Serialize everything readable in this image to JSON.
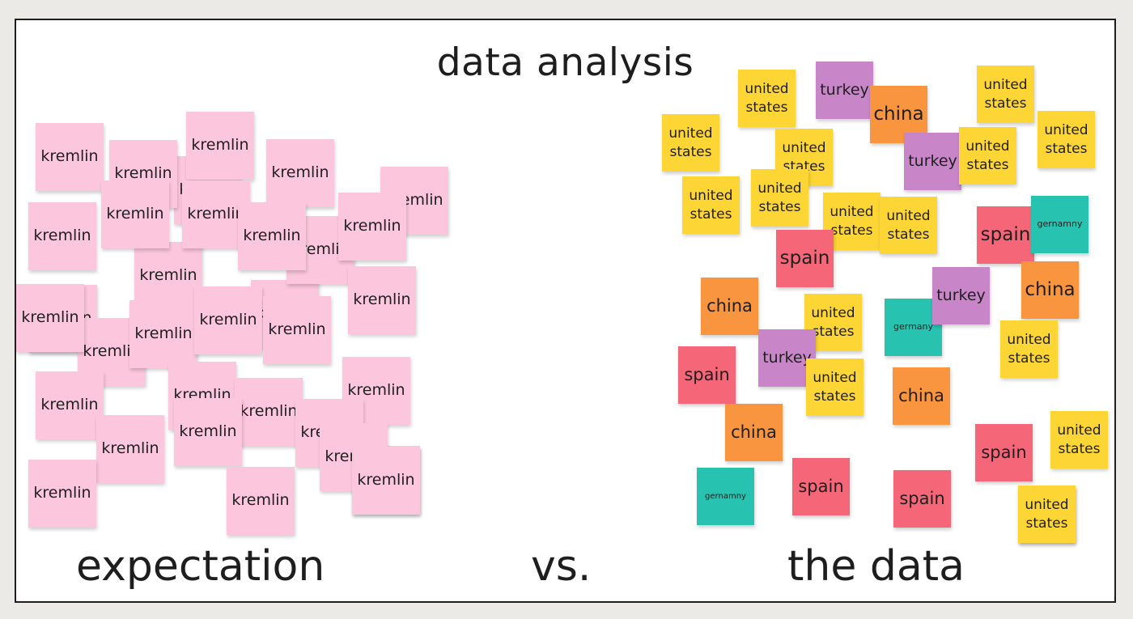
{
  "title": "data analysis",
  "captions": {
    "left": "expectation",
    "middle": "vs.",
    "right": "the data"
  },
  "colors": {
    "kremlin": "#fcc7dc",
    "united states": "#fdd535",
    "turkey": "#c886c8",
    "china": "#f9953f",
    "spain": "#f56778",
    "gernamny": "#27c3b0",
    "germany": "#27c3b0"
  },
  "expectation_notes": [
    "kremlin",
    "kremlin",
    "kremlin",
    "kremlin",
    "kremlin",
    "kremlin",
    "kremlin",
    "kremlin",
    "kremlin",
    "kremlin",
    "kremlin",
    "kremlin",
    "kremlin",
    "kremlin",
    "kremlin",
    "kremlin",
    "kremlin",
    "kremlin",
    "kremlin",
    "kremlin",
    "kremlin",
    "kremlin",
    "kremlin",
    "kremlin",
    "kremlin",
    "kremlin",
    "kremlin",
    "kremlin",
    "kremlin",
    "kremlin",
    "kremlin",
    "kremlin",
    "kremlin"
  ],
  "data_notes": [
    "united states",
    "turkey",
    "china",
    "united states",
    "united states",
    "united states",
    "united states",
    "turkey",
    "united states",
    "united states",
    "united states",
    "united states",
    "united states",
    "spain",
    "gernamny",
    "spain",
    "china",
    "china",
    "united states",
    "germany",
    "turkey",
    "united states",
    "turkey",
    "spain",
    "united states",
    "china",
    "china",
    "united states",
    "spain",
    "spain",
    "gernamny",
    "spain",
    "spain",
    "united states"
  ]
}
